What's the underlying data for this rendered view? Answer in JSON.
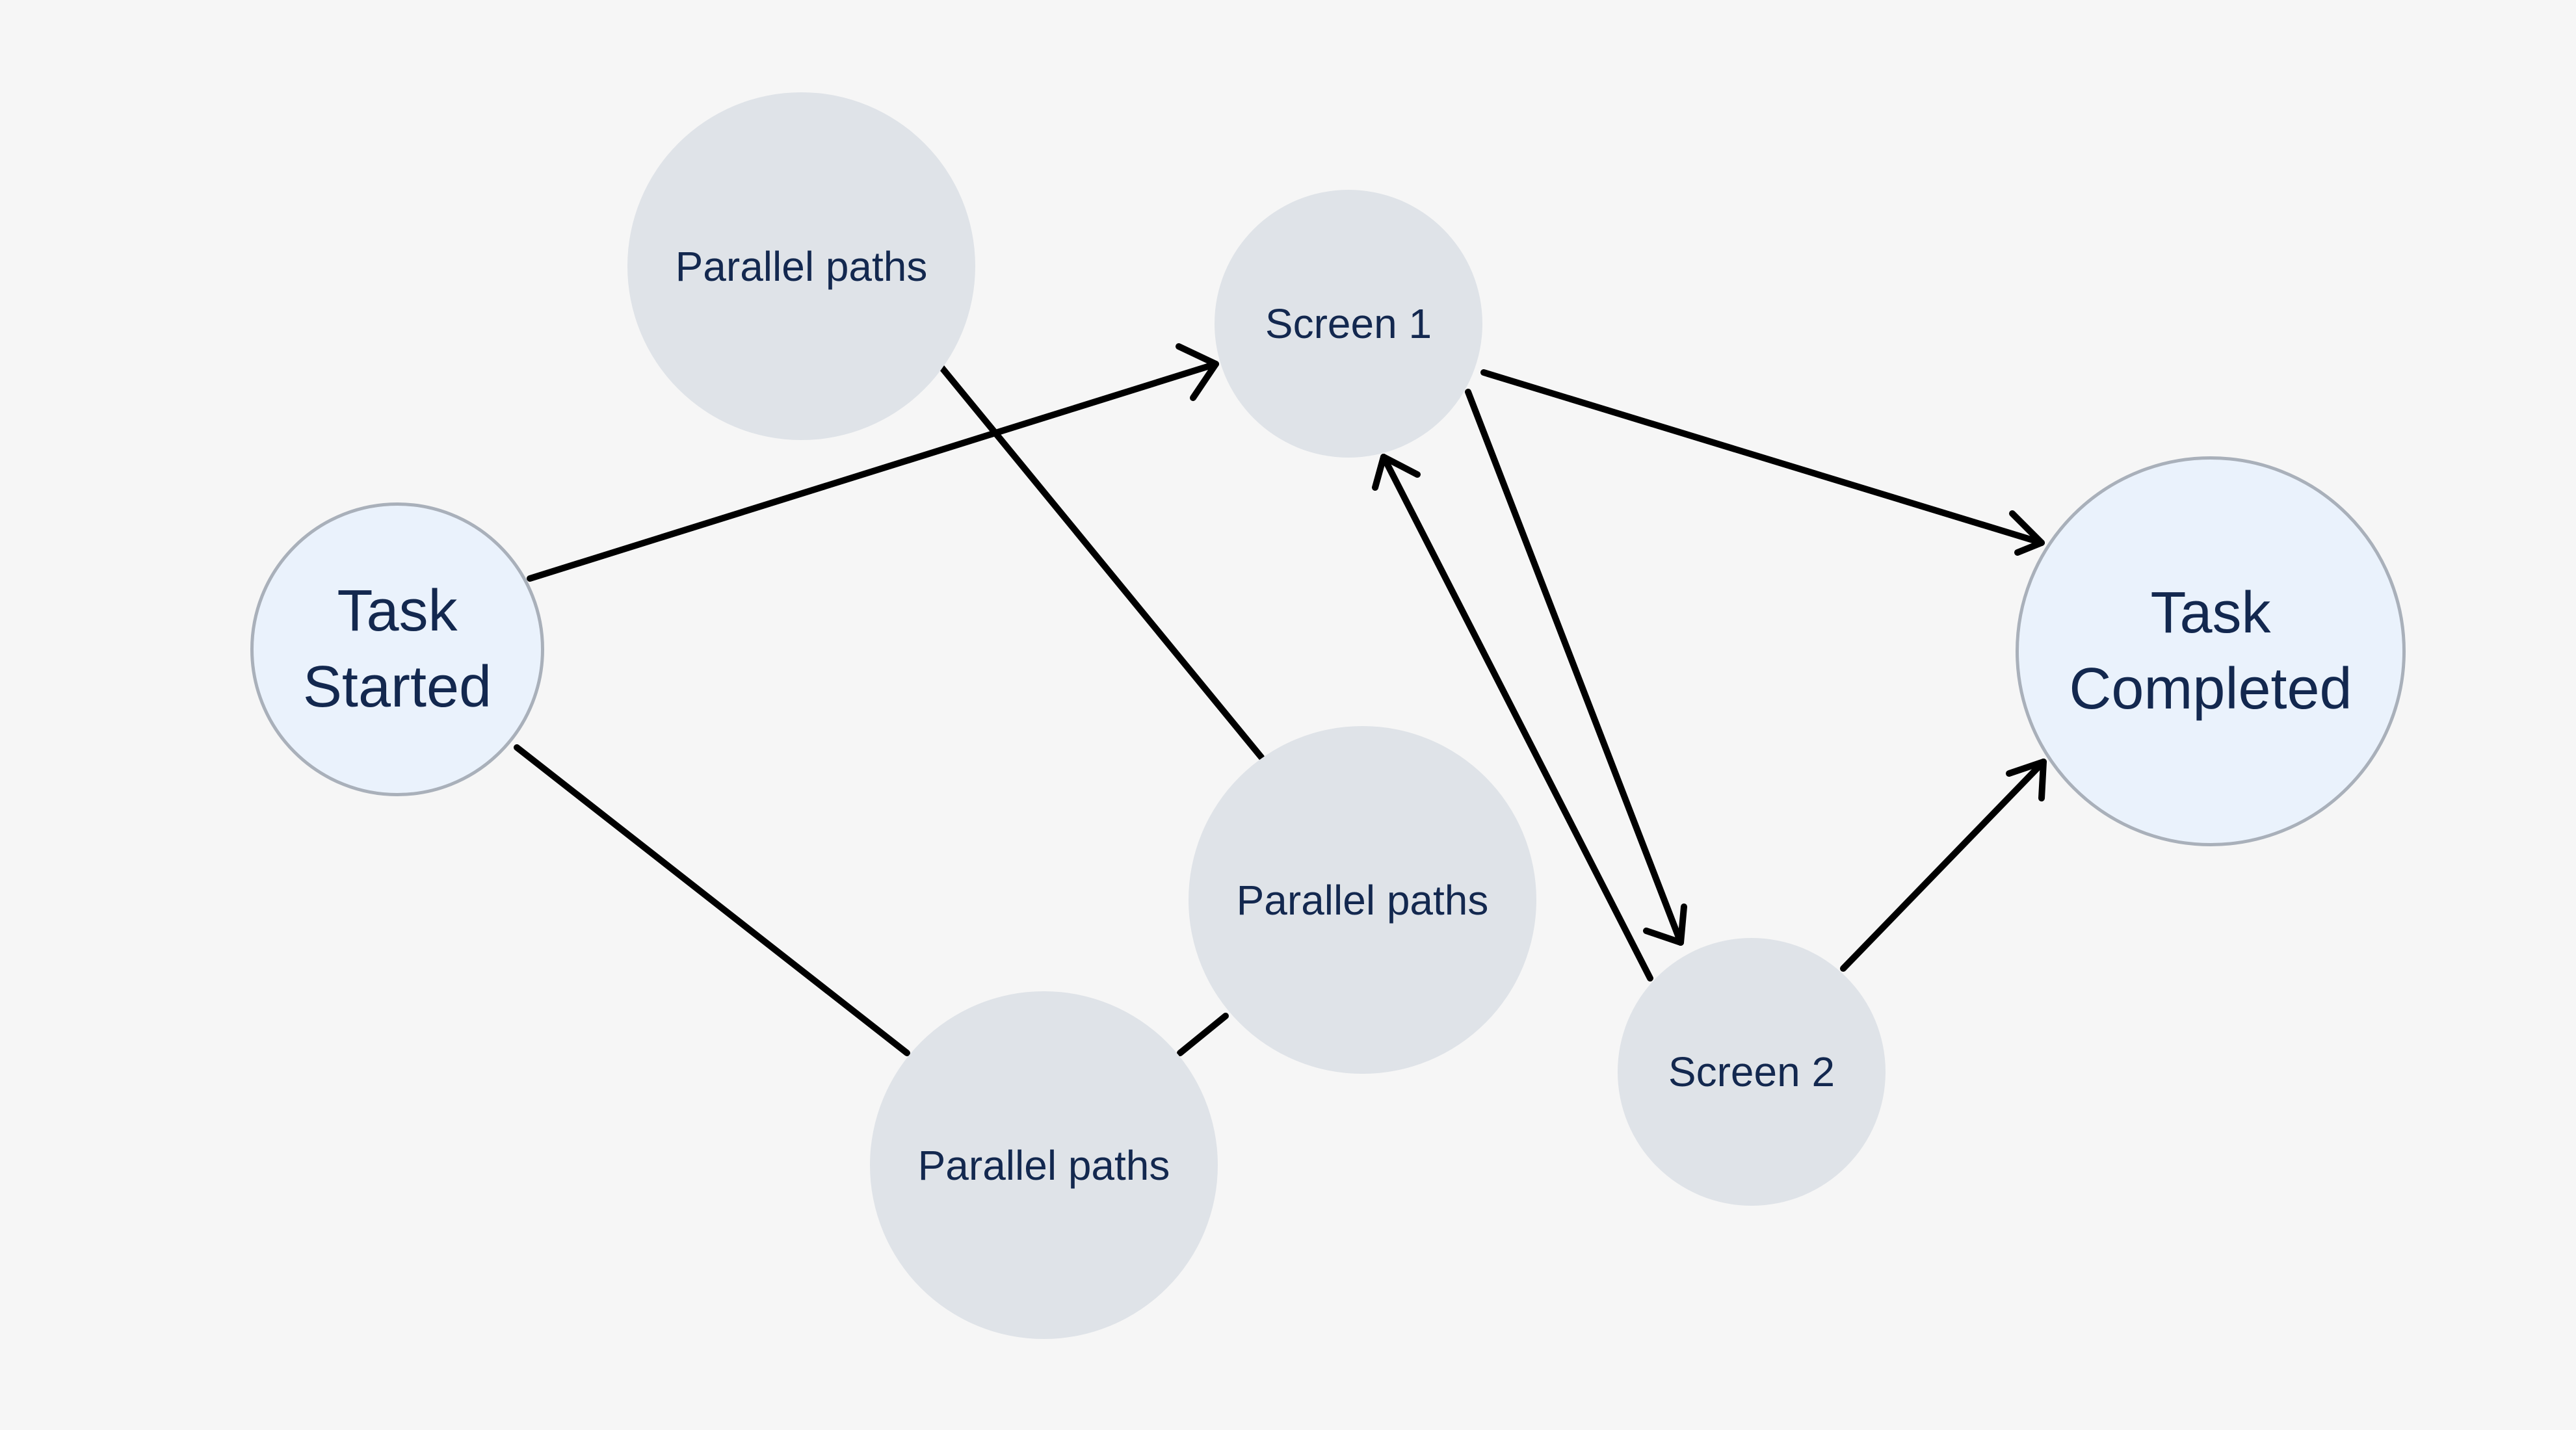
{
  "nodes": {
    "task_started": {
      "label": "Task Started"
    },
    "parallel_top": {
      "label": "Parallel paths"
    },
    "screen_1": {
      "label": "Screen 1"
    },
    "parallel_middle": {
      "label": "Parallel paths"
    },
    "parallel_bottom": {
      "label": "Parallel paths"
    },
    "screen_2": {
      "label": "Screen 2"
    },
    "task_completed": {
      "label": "Task Completed"
    }
  },
  "edges": [
    {
      "from": "task_started",
      "to": "screen_1",
      "arrow": true
    },
    {
      "from": "task_started",
      "to": "parallel_bottom",
      "arrow": false
    },
    {
      "from": "parallel_bottom",
      "to": "parallel_middle",
      "arrow": false
    },
    {
      "from": "parallel_middle",
      "to": "parallel_top",
      "arrow": false
    },
    {
      "from": "screen_1",
      "to": "task_completed",
      "arrow": true
    },
    {
      "from": "screen_1",
      "to": "screen_2",
      "arrow": true
    },
    {
      "from": "screen_2",
      "to": "screen_1",
      "arrow": true
    },
    {
      "from": "screen_2",
      "to": "task_completed",
      "arrow": true
    }
  ],
  "colors": {
    "background": "#f6f6f6",
    "node_fill": "#dfe3e8",
    "terminal_fill": "#eaf2fc",
    "terminal_border": "#a9b0ba",
    "text": "#13284f",
    "edge": "#000000"
  }
}
